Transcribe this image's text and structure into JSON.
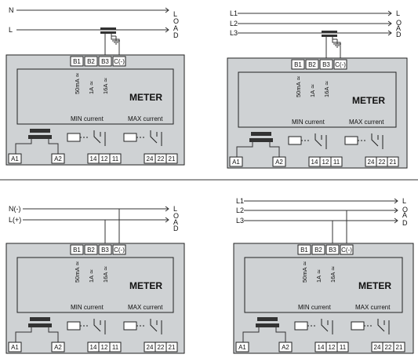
{
  "panels": [
    {
      "lines": [
        "N",
        "L"
      ],
      "load_letters": [
        "L",
        "O",
        "A",
        "D"
      ],
      "has_ct": true,
      "has_ground": true,
      "terminals_top": [
        "B1",
        "B2",
        "B3",
        "C(-)"
      ],
      "ranges": [
        "50mA ≃",
        "1A ≃",
        "16A ≃"
      ],
      "title": "METER",
      "min_label": "MIN current",
      "max_label": "MAX current",
      "terminals_bottom": [
        "A1",
        "A2",
        "14",
        "12",
        "11",
        "24",
        "22",
        "21"
      ]
    },
    {
      "lines": [
        "L1",
        "L2",
        "L3"
      ],
      "load_letters": [
        "L",
        "O",
        "A",
        "D"
      ],
      "has_ct": true,
      "has_ground": true,
      "terminals_top": [
        "B1",
        "B2",
        "B3",
        "C(-)"
      ],
      "ranges": [
        "50mA ≃",
        "1A ≃",
        "16A ≃"
      ],
      "title": "METER",
      "min_label": "MIN current",
      "max_label": "MAX current",
      "terminals_bottom": [
        "A1",
        "A2",
        "14",
        "12",
        "11",
        "24",
        "22",
        "21"
      ]
    },
    {
      "lines": [
        "N(-)",
        "L(+)"
      ],
      "load_letters": [
        "L",
        "O",
        "A",
        "D"
      ],
      "has_ct": false,
      "has_ground": false,
      "terminals_top": [
        "B1",
        "B2",
        "B3",
        "C(-)"
      ],
      "ranges": [
        "50mA ≃",
        "1A ≃",
        "16A ≃"
      ],
      "title": "METER",
      "min_label": "MIN current",
      "max_label": "MAX current",
      "terminals_bottom": [
        "A1",
        "A2",
        "14",
        "12",
        "11",
        "24",
        "22",
        "21"
      ]
    },
    {
      "lines": [
        "L1",
        "L2",
        "L3"
      ],
      "load_letters": [
        "L",
        "O",
        "A",
        "D"
      ],
      "has_ct": false,
      "has_ground": false,
      "terminals_top": [
        "B1",
        "B2",
        "B3",
        "C(-)"
      ],
      "ranges": [
        "50mA ≃",
        "1A ≃",
        "16A ≃"
      ],
      "title": "METER",
      "min_label": "MIN current",
      "max_label": "MAX current",
      "terminals_bottom": [
        "A1",
        "A2",
        "14",
        "12",
        "11",
        "24",
        "22",
        "21"
      ]
    }
  ]
}
